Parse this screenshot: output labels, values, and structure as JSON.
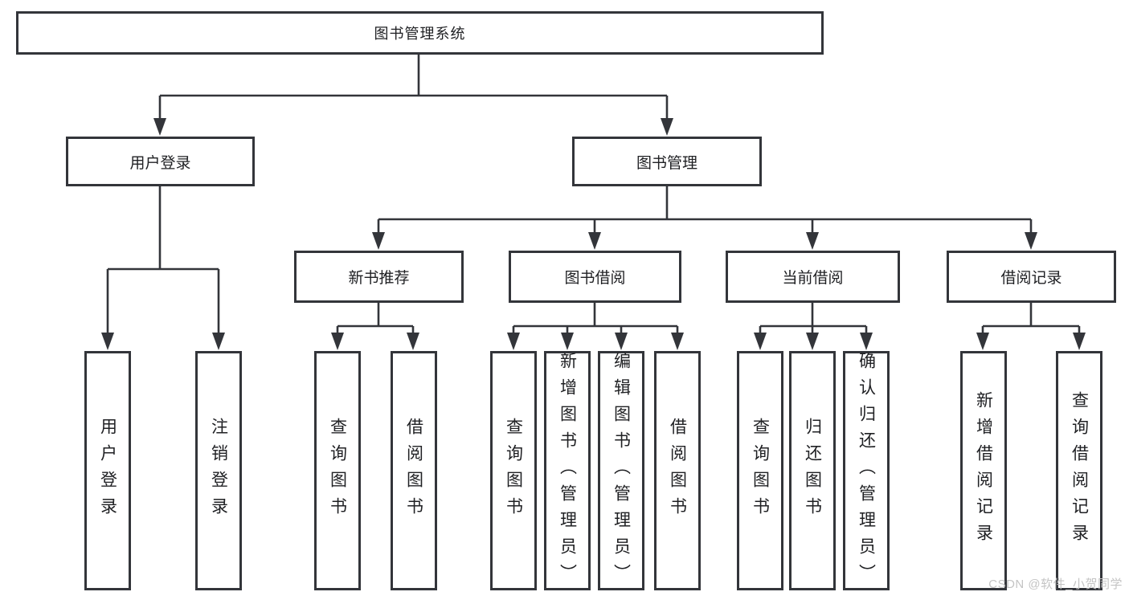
{
  "colors": {
    "line": "#33353a",
    "text": "#202124",
    "watermark": "#c4c4c4",
    "background": "#ffffff"
  },
  "watermark": {
    "text": "CSDN @软件_小贺同学"
  },
  "diagram": {
    "root": {
      "label": "图书管理系统"
    },
    "branches": [
      {
        "label": "用户登录",
        "children": [
          {
            "label": "用户登录"
          },
          {
            "label": "注销登录"
          }
        ]
      },
      {
        "label": "图书管理",
        "children": [
          {
            "label": "新书推荐",
            "children": [
              {
                "label": "查询图书"
              },
              {
                "label": "借阅图书"
              }
            ]
          },
          {
            "label": "图书借阅",
            "children": [
              {
                "label": "查询图书"
              },
              {
                "label": "新增图书（管理员）"
              },
              {
                "label": "编辑图书（管理员）"
              },
              {
                "label": "借阅图书"
              }
            ]
          },
          {
            "label": "当前借阅",
            "children": [
              {
                "label": "查询图书"
              },
              {
                "label": "归还图书"
              },
              {
                "label": "确认归还（管理员）"
              }
            ]
          },
          {
            "label": "借阅记录",
            "children": [
              {
                "label": "新增借阅记录"
              },
              {
                "label": "查询借阅记录"
              }
            ]
          }
        ]
      }
    ]
  }
}
